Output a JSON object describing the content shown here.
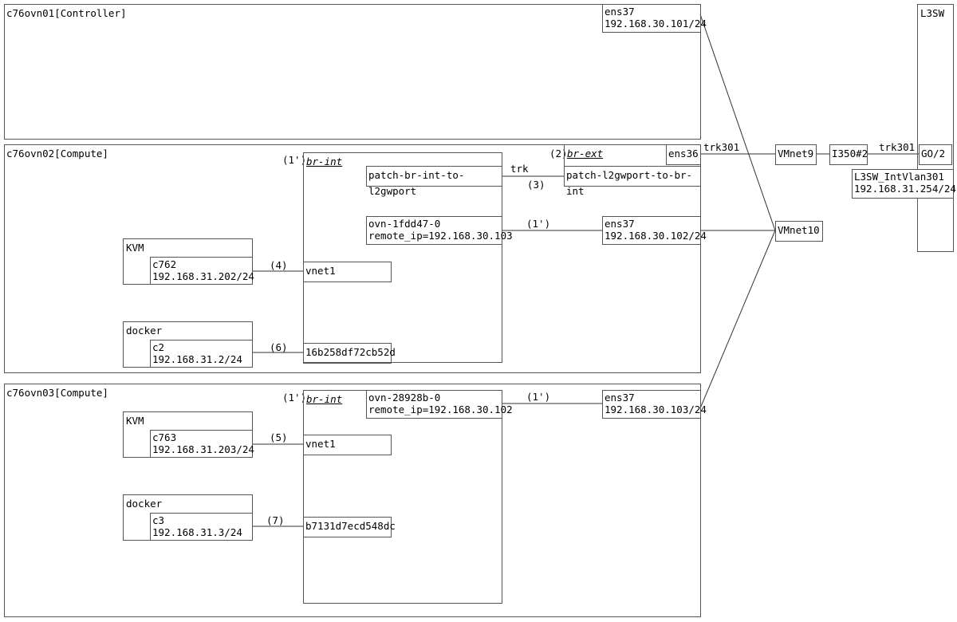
{
  "hosts": {
    "h1_title": "c76ovn01[Controller]",
    "h2_title": "c76ovn02[Compute]",
    "h3_title": "c76ovn03[Compute]"
  },
  "h1": {
    "ens37_name": "ens37",
    "ens37_ip": "192.168.30.101/24"
  },
  "h2": {
    "brint_mark": "(1')",
    "brint_label": "br-int",
    "patch_int": "patch-br-int-to-l2gwport",
    "ovn_name": "ovn-1fdd47-0",
    "ovn_remote": "remote_ip=192.168.30.103",
    "vnet1": "vnet1",
    "port2": "16b258df72cb52d",
    "brext_mark": "(2)",
    "brext_label": "br-ext",
    "ens36": "ens36",
    "patch_ext": "patch-l2gwport-to-br-int",
    "ens37_name": "ens37",
    "ens37_ip": "192.168.30.102/24",
    "kvm_label": "KVM",
    "kvm_vm": "c762",
    "kvm_ip": "192.168.31.202/24",
    "docker_label": "docker",
    "docker_ct": "c2",
    "docker_ip": "192.168.31.2/24",
    "link_trk": "trk",
    "link_3": "(3)",
    "link_1p": "(1')",
    "link_4": "(4)",
    "link_6": "(6)"
  },
  "h3": {
    "brint_mark": "(1')",
    "brint_label": "br-int",
    "ovn_name": "ovn-28928b-0",
    "ovn_remote": "remote_ip=192.168.30.102",
    "vnet1": "vnet1",
    "port2": "b7131d7ecd548dc",
    "ens37_name": "ens37",
    "ens37_ip": "192.168.30.103/24",
    "kvm_label": "KVM",
    "kvm_vm": "c763",
    "kvm_ip": "192.168.31.203/24",
    "docker_label": "docker",
    "docker_ct": "c3",
    "docker_ip": "192.168.31.3/24",
    "link_1p": "(1')",
    "link_5": "(5)",
    "link_7": "(7)"
  },
  "net": {
    "trk301_a": "trk301",
    "vmnet9": "VMnet9",
    "vmnet10": "VMnet10",
    "i350": "I350#2",
    "trk301_b": "trk301"
  },
  "l3sw": {
    "title": "L3SW",
    "port": "GO/2",
    "vlan_name": "L3SW_IntVlan301",
    "vlan_ip": "192.168.31.254/24"
  }
}
